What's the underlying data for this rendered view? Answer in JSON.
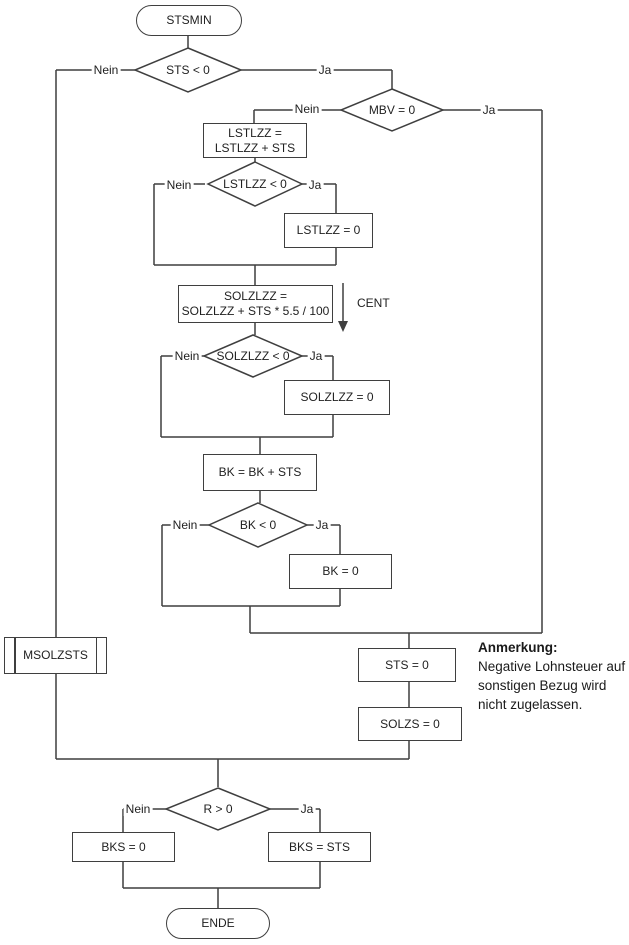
{
  "diagram": {
    "nodes": {
      "start": "STSMIN",
      "d_sts": "STS < 0",
      "d_mbv": "MBV = 0",
      "p_lstlzz_add": "LSTLZZ =\nLSTLZZ + STS",
      "d_lstlzz": "LSTLZZ < 0",
      "p_lstlzz_zero": "LSTLZZ = 0",
      "p_solzlzz_add": "SOLZLZZ =\nSOLZLZZ + STS * 5.5 / 100",
      "d_solzlzz": "SOLZLZZ < 0",
      "p_solzlzz_zero": "SOLZLZZ = 0",
      "p_bk_add": "BK = BK + STS",
      "d_bk": "BK < 0",
      "p_bk_zero": "BK = 0",
      "sub_msolzsts": "MSOLZSTS",
      "p_sts_zero": "STS = 0",
      "p_solzs_zero": "SOLZS = 0",
      "d_r": "R > 0",
      "p_bks_zero": "BKS = 0",
      "p_bks_sts": "BKS = STS",
      "end": "ENDE"
    },
    "labels": {
      "yes": "Ja",
      "no": "Nein",
      "cent": "CENT"
    },
    "note": {
      "title": "Anmerkung:",
      "body": "Negative Lohnsteuer auf\nsonstigen Bezug wird\nnicht zugelassen."
    },
    "colors": {
      "line": "#3f3f3f",
      "text": "#1f1f1f",
      "background": "#ffffff"
    }
  }
}
